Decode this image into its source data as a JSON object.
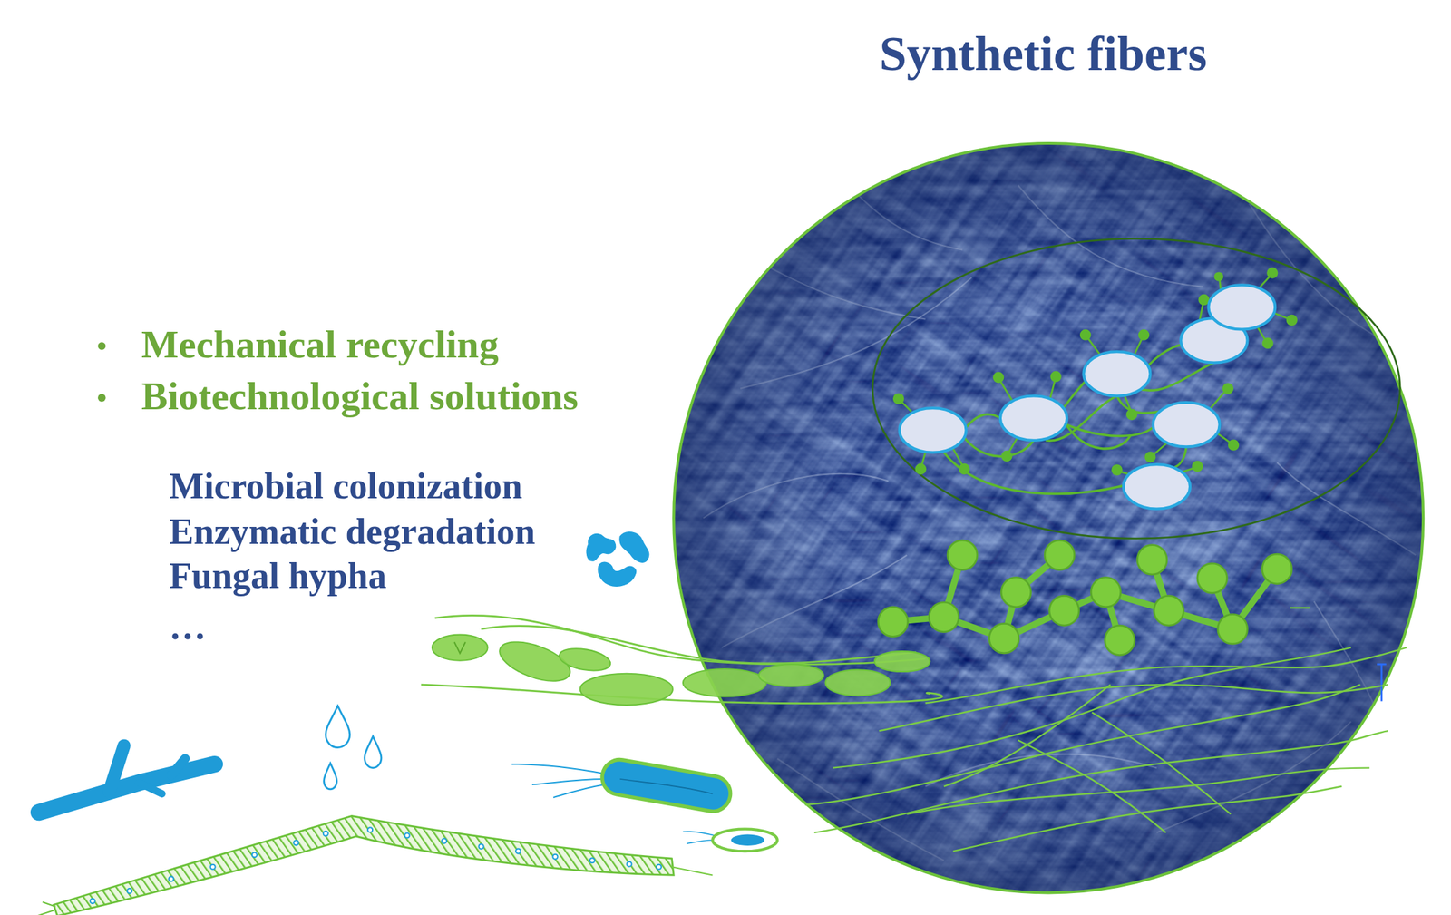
{
  "diagram": {
    "title": "Synthetic fibers",
    "labels": [
      "Mechanical recycling",
      "Biotechnological solutions",
      "Microbial colonization",
      "Enzymatic degradation",
      "Fungal hypha",
      "…"
    ]
  }
}
